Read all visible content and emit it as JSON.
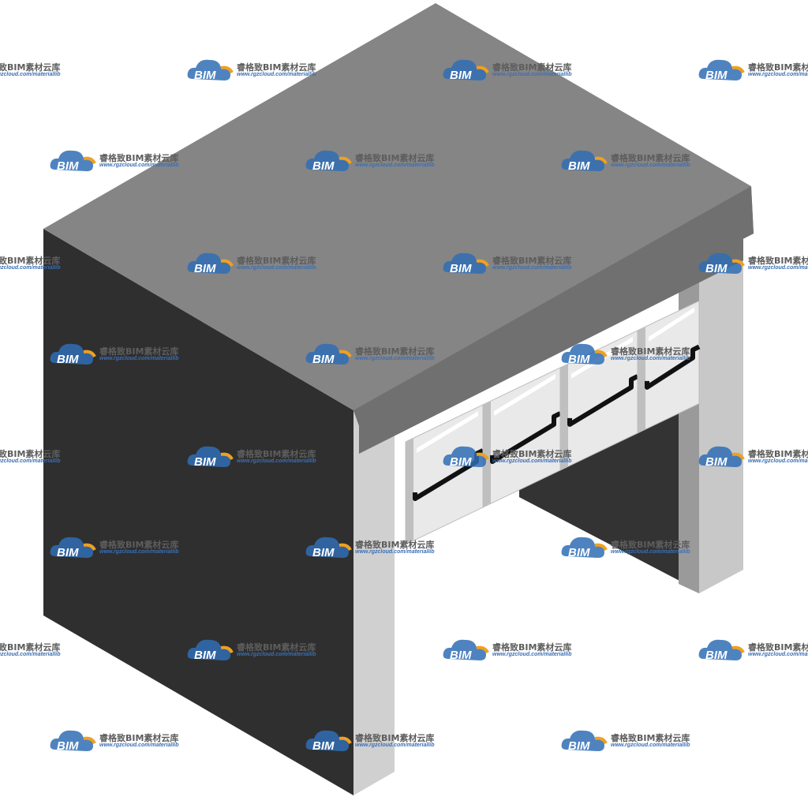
{
  "image": {
    "subject": "BIM furniture model — desk with four drawers",
    "colors": {
      "top": "#858585",
      "left_side": "#2f2f2f",
      "front_apron": "#707070",
      "front_leg": "#d0d0d0",
      "right_leg": "#c8c8c8",
      "back_panel": "#333333",
      "drawer_face": "#e9e9e9",
      "drawer_edge": "#ffffff",
      "handle": "#111111"
    }
  },
  "watermark": {
    "logo_text": "BIM",
    "name": "睿格致BIM素材云库",
    "url": "www.rgzcloud.com/materiallib",
    "logo_colors": {
      "cloud": "#2f6db5",
      "accent": "#f0a020",
      "text": "#ffffff"
    }
  }
}
